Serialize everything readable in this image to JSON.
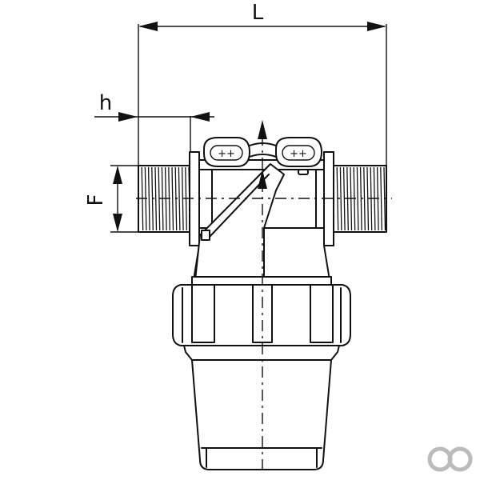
{
  "labels": {
    "length": "L",
    "height_offset": "h",
    "thread_size": "F"
  }
}
